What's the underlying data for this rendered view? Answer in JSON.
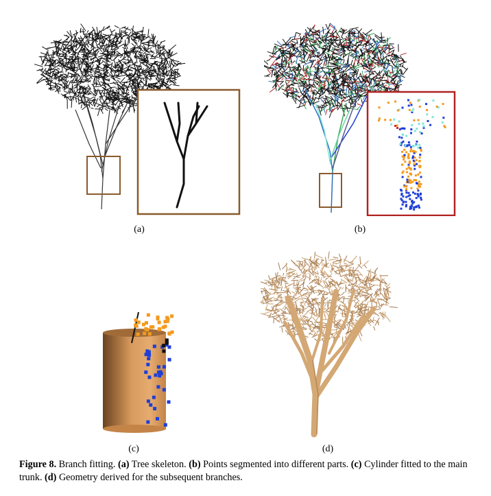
{
  "figure": {
    "panels": [
      {
        "id": "a",
        "label": "(a)"
      },
      {
        "id": "b",
        "label": "(b)"
      },
      {
        "id": "c",
        "label": "(c)"
      },
      {
        "id": "d",
        "label": "(d)"
      }
    ],
    "caption": {
      "prefix": "Figure 8.",
      "title": " Branch fitting. ",
      "a_tag": "(a)",
      "a_text": " Tree skeleton. ",
      "b_tag": "(b)",
      "b_text": " Points segmented into different parts. ",
      "c_tag": "(c)",
      "c_text": " Cylinder fitted to the main trunk. ",
      "d_tag": "(d)",
      "d_text": " Geometry derived for the subsequent branches."
    },
    "colors": {
      "skeleton": "#111111",
      "inset_frame_brown": "#8a5a2b",
      "inset_frame_red": "#b22222",
      "segment_orange": "#f39a1e",
      "segment_blue": "#1f3fd6",
      "segment_cyan": "#7fe6d8",
      "segment_red": "#e02020",
      "cylinder_light": "#e3a465",
      "cylinder_dark": "#6b4320",
      "tree_bark": "#d8b58a"
    }
  }
}
